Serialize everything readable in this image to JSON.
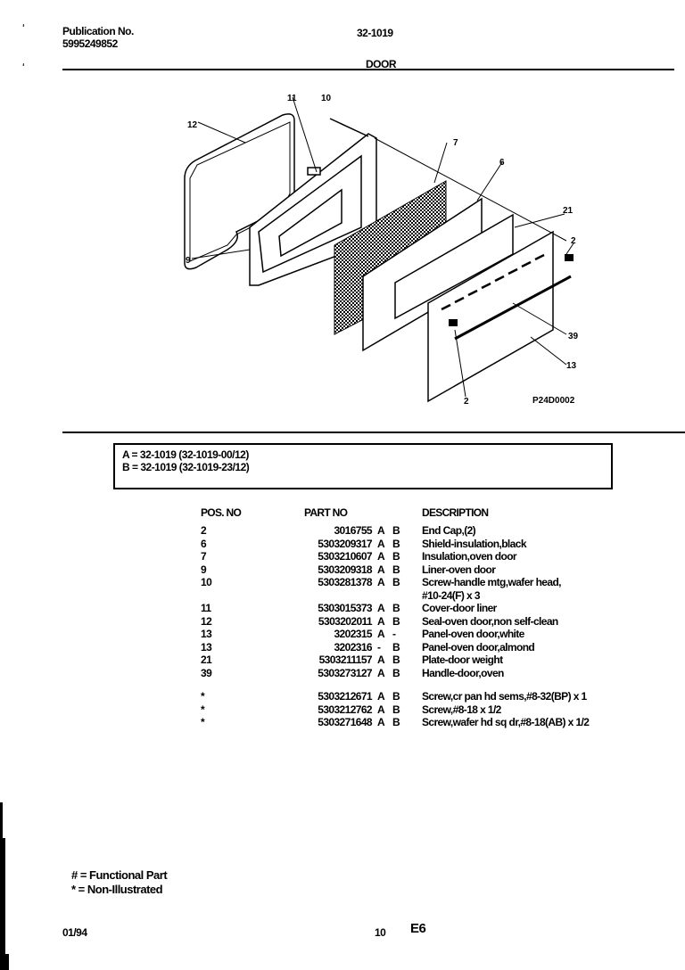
{
  "header": {
    "publication_label": "Publication No.",
    "publication_number": "5995249852",
    "model": "32-1019",
    "section_title": "DOOR"
  },
  "diagram": {
    "figure_id": "P24D0002",
    "callouts": [
      "12",
      "11",
      "10",
      "7",
      "6",
      "21",
      "2",
      "9",
      "39",
      "13",
      "2"
    ]
  },
  "legend": {
    "lines": [
      "A = 32-1019 (32-1019-00/12)",
      "B = 32-1019 (32-1019-23/12)"
    ]
  },
  "parts_table": {
    "headers": {
      "pos": "POS. NO",
      "part": "PART NO",
      "desc": "DESCRIPTION"
    },
    "rows": [
      {
        "pos": "2",
        "part": "3016755",
        "a": "A",
        "b": "B",
        "desc": "End Cap,(2)"
      },
      {
        "pos": "6",
        "part": "5303209317",
        "a": "A",
        "b": "B",
        "desc": "Shield-insulation,black"
      },
      {
        "pos": "7",
        "part": "5303210607",
        "a": "A",
        "b": "B",
        "desc": "Insulation,oven door"
      },
      {
        "pos": "9",
        "part": "5303209318",
        "a": "A",
        "b": "B",
        "desc": "Liner-oven door"
      },
      {
        "pos": "10",
        "part": "5303281378",
        "a": "A",
        "b": "B",
        "desc": "Screw-handle mtg,wafer head,"
      },
      {
        "pos": "",
        "part": "",
        "a": "",
        "b": "",
        "desc": "#10-24(F) x 3"
      },
      {
        "pos": "11",
        "part": "5303015373",
        "a": "A",
        "b": "B",
        "desc": "Cover-door liner"
      },
      {
        "pos": "12",
        "part": "5303202011",
        "a": "A",
        "b": "B",
        "desc": "Seal-oven door,non self-clean"
      },
      {
        "pos": "13",
        "part": "3202315",
        "a": "A",
        "b": "-",
        "desc": "Panel-oven door,white"
      },
      {
        "pos": "13",
        "part": "3202316",
        "a": "-",
        "b": "B",
        "desc": "Panel-oven door,almond"
      },
      {
        "pos": "21",
        "part": "5303211157",
        "a": "A",
        "b": "B",
        "desc": "Plate-door weight"
      },
      {
        "pos": "39",
        "part": "5303273127",
        "a": "A",
        "b": "B",
        "desc": "Handle-door,oven"
      },
      {
        "pos": "*",
        "part": "5303212671",
        "a": "A",
        "b": "B",
        "desc": "Screw,cr pan hd sems,#8-32(BP) x 1"
      },
      {
        "pos": "*",
        "part": "5303212762",
        "a": "A",
        "b": "B",
        "desc": "Screw,#8-18 x 1/2"
      },
      {
        "pos": "*",
        "part": "5303271648",
        "a": "A",
        "b": "B",
        "desc": "Screw,wafer hd sq dr,#8-18(AB) x 1/2"
      }
    ]
  },
  "footnotes": {
    "functional": "# = Functional Part",
    "non_illustrated": "* = Non-Illustrated"
  },
  "footer": {
    "date": "01/94",
    "page": "10",
    "code": "E6"
  }
}
